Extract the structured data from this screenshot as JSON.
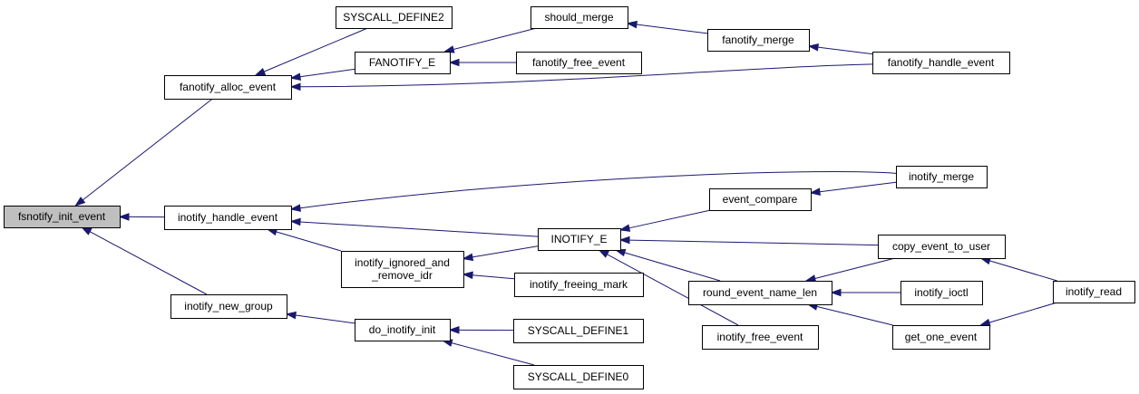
{
  "graph": {
    "edge_color": "#191970",
    "root_fill": "#bfbfbf",
    "node_fill": "#ffffff",
    "nodes": [
      {
        "id": "fsnotify_init_event",
        "lines": [
          "fsnotify_init_event"
        ],
        "root": true
      },
      {
        "id": "fanotify_alloc_event",
        "lines": [
          "fanotify_alloc_event"
        ]
      },
      {
        "id": "inotify_handle_event",
        "lines": [
          "inotify_handle_event"
        ]
      },
      {
        "id": "inotify_new_group",
        "lines": [
          "inotify_new_group"
        ]
      },
      {
        "id": "SYSCALL_DEFINE2",
        "lines": [
          "SYSCALL_DEFINE2"
        ]
      },
      {
        "id": "FANOTIFY_E",
        "lines": [
          "FANOTIFY_E"
        ]
      },
      {
        "id": "should_merge",
        "lines": [
          "should_merge"
        ]
      },
      {
        "id": "fanotify_free_event",
        "lines": [
          "fanotify_free_event"
        ]
      },
      {
        "id": "fanotify_merge",
        "lines": [
          "fanotify_merge"
        ]
      },
      {
        "id": "fanotify_handle_event",
        "lines": [
          "fanotify_handle_event"
        ]
      },
      {
        "id": "inotify_merge",
        "lines": [
          "inotify_merge"
        ]
      },
      {
        "id": "inotify_ignored_and_remove_idr",
        "lines": [
          "inotify_ignored_and",
          "_remove_idr"
        ]
      },
      {
        "id": "INOTIFY_E",
        "lines": [
          "INOTIFY_E"
        ]
      },
      {
        "id": "event_compare",
        "lines": [
          "event_compare"
        ]
      },
      {
        "id": "inotify_freeing_mark",
        "lines": [
          "inotify_freeing_mark"
        ]
      },
      {
        "id": "copy_event_to_user",
        "lines": [
          "copy_event_to_user"
        ]
      },
      {
        "id": "round_event_name_len",
        "lines": [
          "round_event_name_len"
        ]
      },
      {
        "id": "inotify_ioctl",
        "lines": [
          "inotify_ioctl"
        ]
      },
      {
        "id": "inotify_read",
        "lines": [
          "inotify_read"
        ]
      },
      {
        "id": "get_one_event",
        "lines": [
          "get_one_event"
        ]
      },
      {
        "id": "inotify_free_event",
        "lines": [
          "inotify_free_event"
        ]
      },
      {
        "id": "do_inotify_init",
        "lines": [
          "do_inotify_init"
        ]
      },
      {
        "id": "SYSCALL_DEFINE1",
        "lines": [
          "SYSCALL_DEFINE1"
        ]
      },
      {
        "id": "SYSCALL_DEFINE0",
        "lines": [
          "SYSCALL_DEFINE0"
        ]
      }
    ],
    "edges": [
      {
        "from": "fanotify_alloc_event",
        "to": "fsnotify_init_event"
      },
      {
        "from": "inotify_handle_event",
        "to": "fsnotify_init_event"
      },
      {
        "from": "inotify_new_group",
        "to": "fsnotify_init_event"
      },
      {
        "from": "SYSCALL_DEFINE2",
        "to": "fanotify_alloc_event"
      },
      {
        "from": "FANOTIFY_E",
        "to": "fanotify_alloc_event"
      },
      {
        "from": "fanotify_handle_event",
        "to": "fanotify_alloc_event"
      },
      {
        "from": "should_merge",
        "to": "FANOTIFY_E"
      },
      {
        "from": "fanotify_free_event",
        "to": "FANOTIFY_E"
      },
      {
        "from": "fanotify_merge",
        "to": "should_merge"
      },
      {
        "from": "fanotify_handle_event",
        "to": "fanotify_merge"
      },
      {
        "from": "inotify_merge",
        "to": "inotify_handle_event"
      },
      {
        "from": "INOTIFY_E",
        "to": "inotify_handle_event"
      },
      {
        "from": "inotify_ignored_and_remove_idr",
        "to": "inotify_handle_event"
      },
      {
        "from": "INOTIFY_E",
        "to": "inotify_ignored_and_remove_idr"
      },
      {
        "from": "inotify_freeing_mark",
        "to": "inotify_ignored_and_remove_idr"
      },
      {
        "from": "event_compare",
        "to": "INOTIFY_E"
      },
      {
        "from": "copy_event_to_user",
        "to": "INOTIFY_E"
      },
      {
        "from": "round_event_name_len",
        "to": "INOTIFY_E"
      },
      {
        "from": "inotify_free_event",
        "to": "INOTIFY_E"
      },
      {
        "from": "inotify_merge",
        "to": "event_compare"
      },
      {
        "from": "inotify_read",
        "to": "copy_event_to_user"
      },
      {
        "from": "copy_event_to_user",
        "to": "round_event_name_len"
      },
      {
        "from": "inotify_ioctl",
        "to": "round_event_name_len"
      },
      {
        "from": "get_one_event",
        "to": "round_event_name_len"
      },
      {
        "from": "inotify_read",
        "to": "get_one_event"
      },
      {
        "from": "do_inotify_init",
        "to": "inotify_new_group"
      },
      {
        "from": "SYSCALL_DEFINE1",
        "to": "do_inotify_init"
      },
      {
        "from": "SYSCALL_DEFINE0",
        "to": "do_inotify_init"
      }
    ]
  }
}
